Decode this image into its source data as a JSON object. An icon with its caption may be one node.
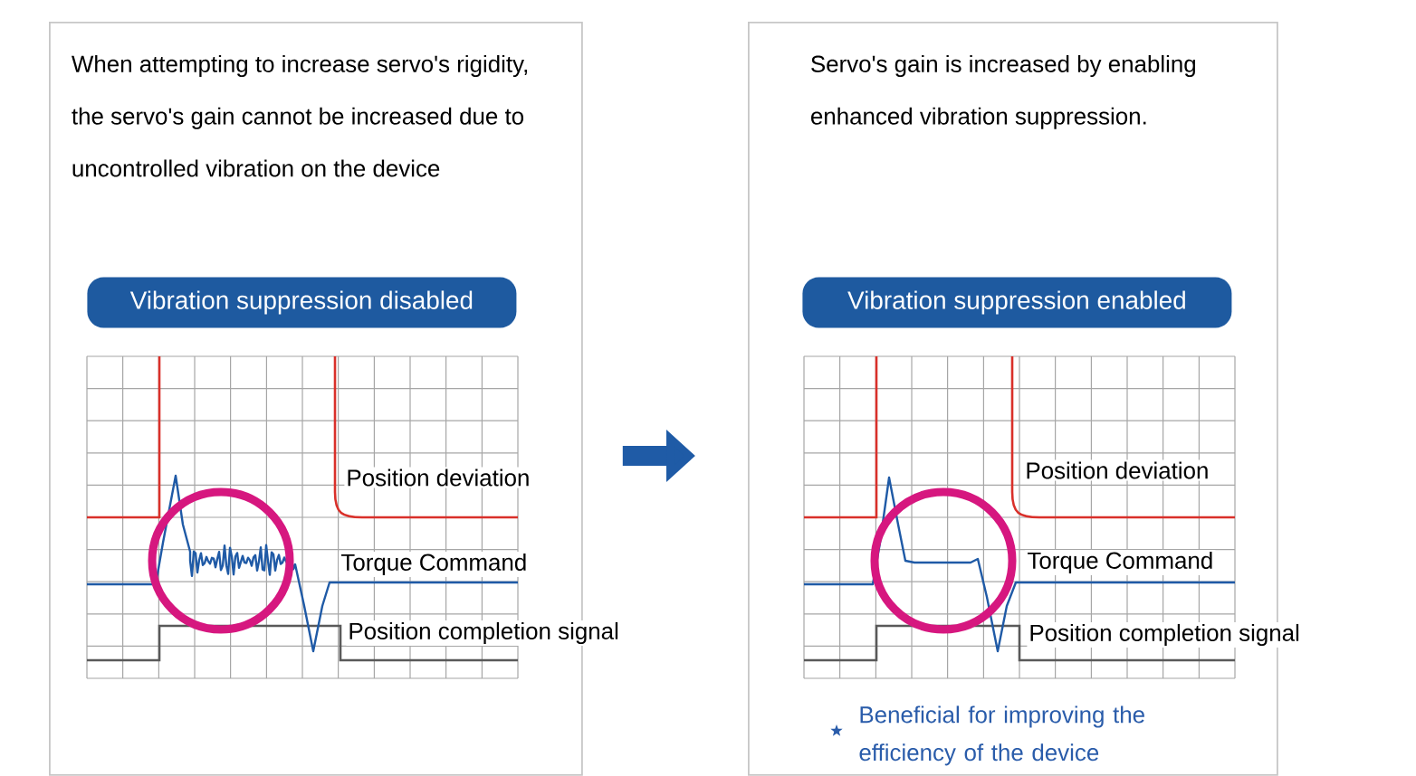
{
  "diagram": {
    "nodes": [
      {
        "text": [
          "When attempting to increase servo's rigidity, the servo's gain cannot be increased due to uncontrolled vibration on the device"
        ]
      },
      {
        "text": [
          "Vibration suppression disabled"
        ],
        "in": 0
      },
      {
        "text": [
          "Servo's gain is increased by enabling enhanced vibration suppression."
        ]
      },
      {
        "text": [
          "Vibration suppression enabled"
        ],
        "in": 2
      }
    ],
    "edges": [
      {
        "from": 0,
        "to": 2,
        "arrow": "to"
      }
    ],
    "labels": [
      "Position deviation",
      "Torque Command",
      "Position completion signal",
      "Position deviation",
      "Torque Command",
      "Position completion signal",
      "Beneficial for improving the efficiency of the device"
    ]
  }
}
